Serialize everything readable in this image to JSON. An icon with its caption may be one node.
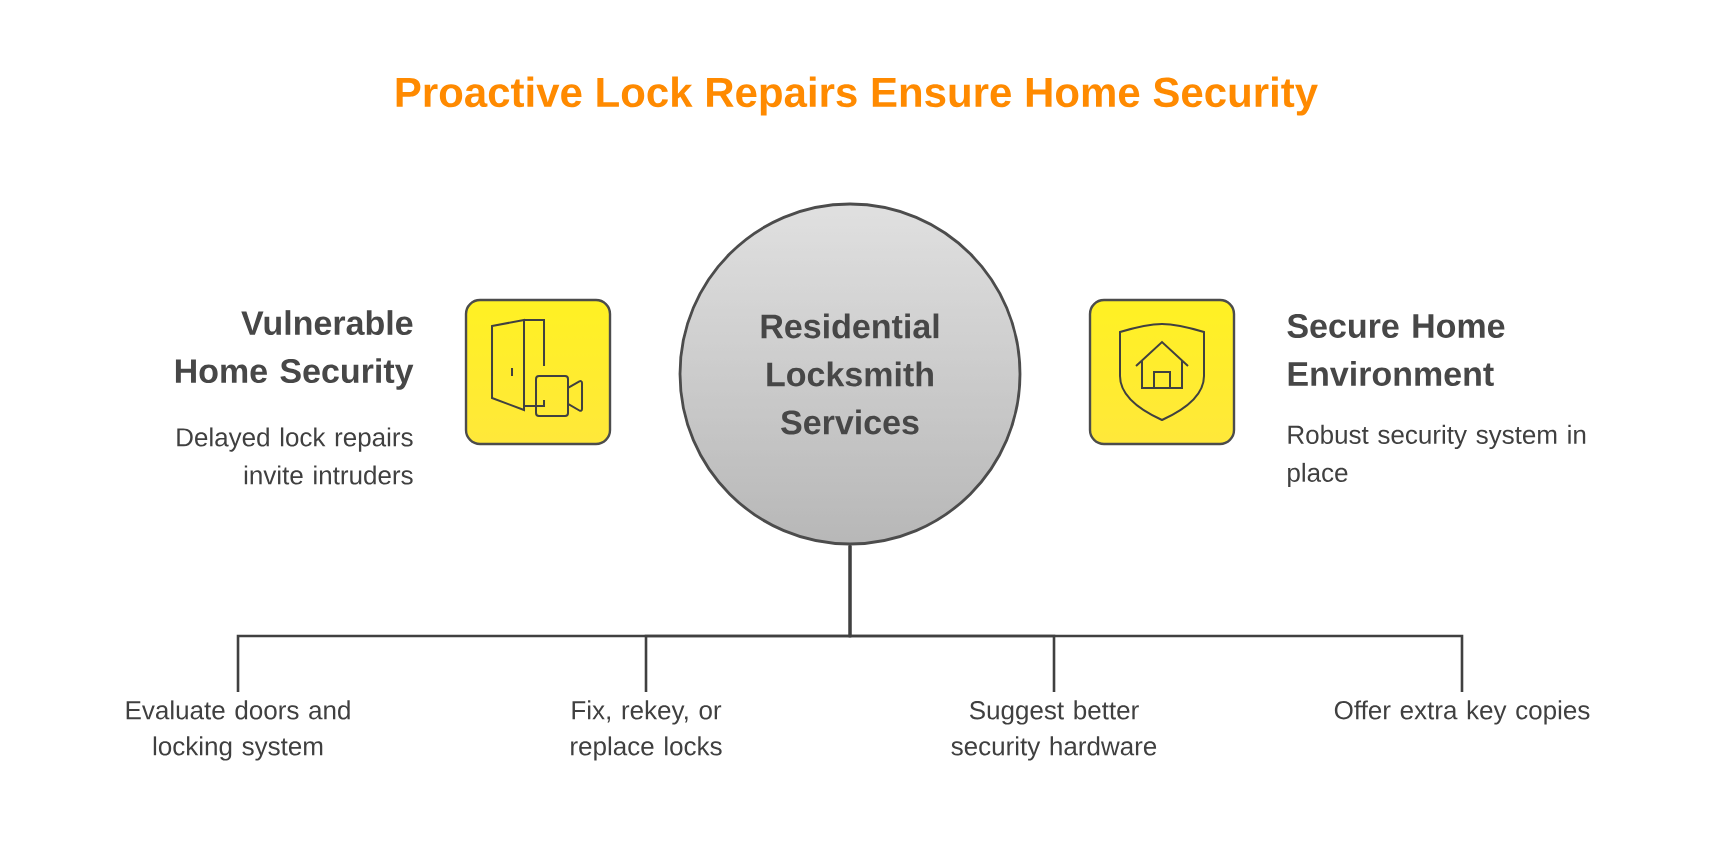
{
  "diagram": {
    "title": "Proactive Lock Repairs Ensure Home Security",
    "nodes": [
      {
        "text": [
          "Residential Locksmith Services"
        ]
      },
      {
        "text": [
          "Evaluate doors and locking system"
        ]
      },
      {
        "text": [
          "Fix, rekey, or replace locks"
        ]
      },
      {
        "text": [
          "Suggest better security hardware"
        ]
      },
      {
        "text": [
          "Offer extra key copies"
        ]
      }
    ],
    "edges": [
      {
        "from": 0,
        "to": 1,
        "arrow": "none"
      },
      {
        "from": 0,
        "to": 2,
        "arrow": "none"
      },
      {
        "from": 0,
        "to": 3,
        "arrow": "none"
      },
      {
        "from": 0,
        "to": 4,
        "arrow": "none"
      }
    ],
    "labels": [
      "Vulnerable Home Security",
      "Delayed lock repairs invite intruders",
      "Secure Home Environment",
      "Robust security system in place"
    ]
  }
}
